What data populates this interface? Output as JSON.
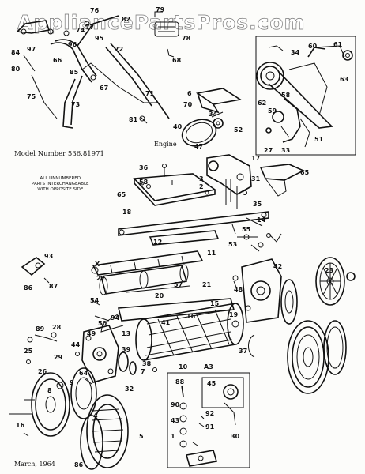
{
  "watermark": "AppliancePartsPros.com",
  "model_number": "Model Number 536.81971",
  "note": [
    "ALL UNNUMBERED",
    "PARTS INTERCHANGEABLE",
    "WITH OPPOSITE SIDE"
  ],
  "engine_label": "Engine",
  "footer_date": "March, 1964",
  "footer_code": "86",
  "callouts": {
    "c76": "76",
    "c82": "82",
    "c77": "77",
    "c79": "79",
    "c78": "78",
    "c68": "68",
    "c95": "95",
    "c72": "72",
    "c74": "74",
    "c96": "96",
    "c84": "84",
    "c97": "97",
    "c66": "66",
    "c85": "85",
    "c67": "67",
    "c80": "80",
    "c75": "75",
    "c73": "73",
    "c71": "71",
    "c70": "70",
    "c81": "81",
    "c34": "34",
    "c60": "60",
    "c61": "61",
    "c63": "63",
    "c62": "62",
    "c58": "58",
    "c59": "59",
    "c27": "27",
    "c33": "33",
    "c51": "51",
    "c6": "6",
    "c52": "52",
    "c40": "40",
    "c47": "47",
    "c17": "17",
    "c65a": "65",
    "c31": "31",
    "c36": "36",
    "c58b": "58",
    "c3": "3",
    "c2": "2",
    "c65b": "65",
    "c18": "18",
    "c35": "35",
    "c14": "14",
    "c55": "55",
    "c12": "12",
    "c53": "53",
    "c11": "11",
    "c93": "93",
    "cX": "X",
    "c86": "86",
    "c87": "87",
    "c42": "42",
    "c22": "22",
    "c54": "54",
    "c57": "57",
    "c21": "21",
    "c20": "20",
    "c23": "23",
    "c48": "48",
    "c15": "15",
    "c41": "41",
    "c16": "16",
    "c19": "19",
    "c94": "94",
    "c13": "13",
    "c89": "89",
    "c28": "28",
    "c44": "44",
    "c25": "25",
    "c29": "29",
    "c26": "26",
    "c49": "49",
    "c50": "50",
    "c64": "64",
    "c37": "37",
    "c10": "10",
    "c39": "39",
    "c38": "38",
    "c7": "7",
    "c8": "8",
    "c9": "9",
    "c32": "32",
    "c16b": "16",
    "c5": "5",
    "c4": "4",
    "c88": "88",
    "c45": "45",
    "c90": "90",
    "c92": "92",
    "c43": "43",
    "c91": "91",
    "c1": "1",
    "c30": "30",
    "cA3": "A3"
  }
}
